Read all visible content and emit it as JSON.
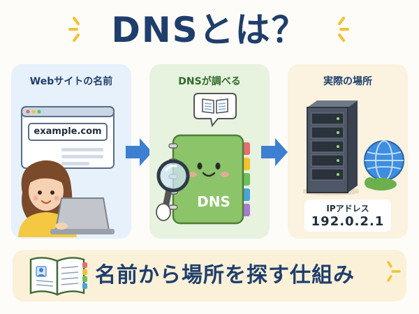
{
  "title": "DNSとは？",
  "panels": {
    "web": {
      "label": "Webサイトの名前",
      "url": "example.com"
    },
    "dns": {
      "label": "DNSが調べる",
      "book_text": "DNS"
    },
    "ip": {
      "label": "実際の場所",
      "ip_label": "IPアドレス",
      "ip_value": "192.0.2.1"
    }
  },
  "footer": {
    "text": "名前から場所を探す仕組み"
  },
  "colors": {
    "title": "#1f3e6b",
    "arrow": "#3d7fd1",
    "book_green": "#8cc46a",
    "panel_web": "#e6f1fb",
    "panel_dns": "#e7f2df",
    "panel_ip": "#fbf2df",
    "footer_bg": "#fbf1d9"
  },
  "icons": [
    "sparkle-icon",
    "browser-window-icon",
    "person-laptop-icon",
    "arrow-right-icon",
    "speech-bubble-book-icon",
    "magnifier-icon",
    "dns-book-icon",
    "server-rack-icon",
    "globe-icon",
    "open-book-icon"
  ]
}
